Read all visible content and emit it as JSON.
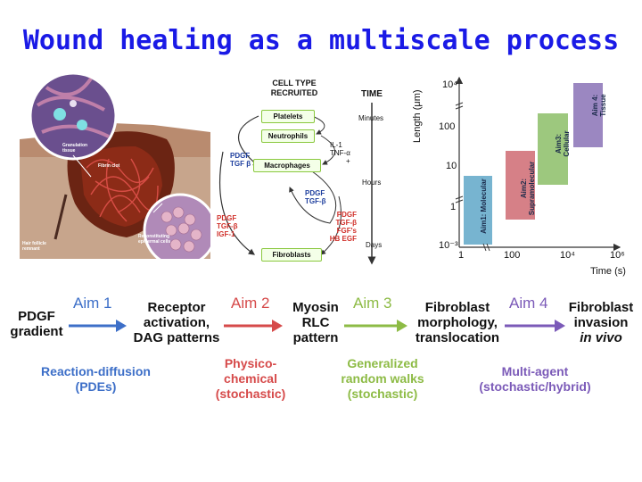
{
  "title": "Wound healing as a multiscale process",
  "illustration": {
    "labels": {
      "granulation": "Granulation tissue",
      "fibrin": "Fibrin clot",
      "hair": "Hair follicle remnant",
      "reconst": "Reconstituting epidermal cells"
    }
  },
  "cell_diagram": {
    "header_cell": "CELL TYPE",
    "header_recruited": "RECRUITED",
    "header_time": "TIME",
    "cells": [
      "Platelets",
      "Neutrophils",
      "Macrophages",
      "Fibroblasts"
    ],
    "times": [
      "Minutes",
      "Hours",
      "Days"
    ],
    "factors": {
      "pdgf_tgf_left": [
        "PDGF",
        "TGF β"
      ],
      "il_tnf": [
        "IL-1",
        "TNF-α"
      ],
      "plus": "+",
      "pdgf_tgf_mid": [
        "PDGF",
        "TGF-β"
      ],
      "left_bottom": [
        "PDGF",
        "TGF-β",
        "IGF-1"
      ],
      "right_bottom": [
        "PDGF",
        "TGF-β",
        "FGF's",
        "HB EGF"
      ]
    }
  },
  "scale_chart": {
    "y_axis_label": "Length (μm)",
    "x_axis_label": "Time (s)",
    "y_ticks": [
      "10⁴",
      "100",
      "10",
      "1",
      "10⁻³"
    ],
    "x_ticks": [
      "1",
      "100",
      "10⁴",
      "10⁶"
    ],
    "regions": [
      {
        "label": "Aim1: Molecular",
        "color": "#5fa7c8"
      },
      {
        "label": "Aim2: Supramolecular",
        "color": "#cf6a72"
      },
      {
        "label": "Aim3: Cellular",
        "color": "#8cbe67"
      },
      {
        "label": "Aim 4: Tissue",
        "color": "#8a72b6"
      }
    ]
  },
  "pipeline": {
    "nodes": [
      [
        "PDGF",
        "gradient"
      ],
      [
        "Receptor",
        "activation,",
        "DAG patterns"
      ],
      [
        "Myosin",
        "RLC",
        "pattern"
      ],
      [
        "Fibroblast",
        "morphology,",
        "translocation"
      ],
      [
        "Fibroblast",
        "invasion",
        "in vivo"
      ]
    ],
    "aims": [
      {
        "label": "Aim 1",
        "color": "#3d6fc8"
      },
      {
        "label": "Aim 2",
        "color": "#d64a4a"
      },
      {
        "label": "Aim 3",
        "color": "#8dbb45"
      },
      {
        "label": "Aim 4",
        "color": "#7b5ab8"
      }
    ],
    "methods": [
      {
        "lines": [
          "Reaction-diffusion",
          "(PDEs)"
        ],
        "color": "#3d6fc8"
      },
      {
        "lines": [
          "Physico-",
          "chemical",
          "(stochastic)"
        ],
        "color": "#d64a4a"
      },
      {
        "lines": [
          "Generalized",
          "random walks",
          "(stochastic)"
        ],
        "color": "#8dbb45"
      },
      {
        "lines": [
          "Multi-agent",
          "(stochastic/hybrid)"
        ],
        "color": "#7b5ab8"
      }
    ]
  }
}
